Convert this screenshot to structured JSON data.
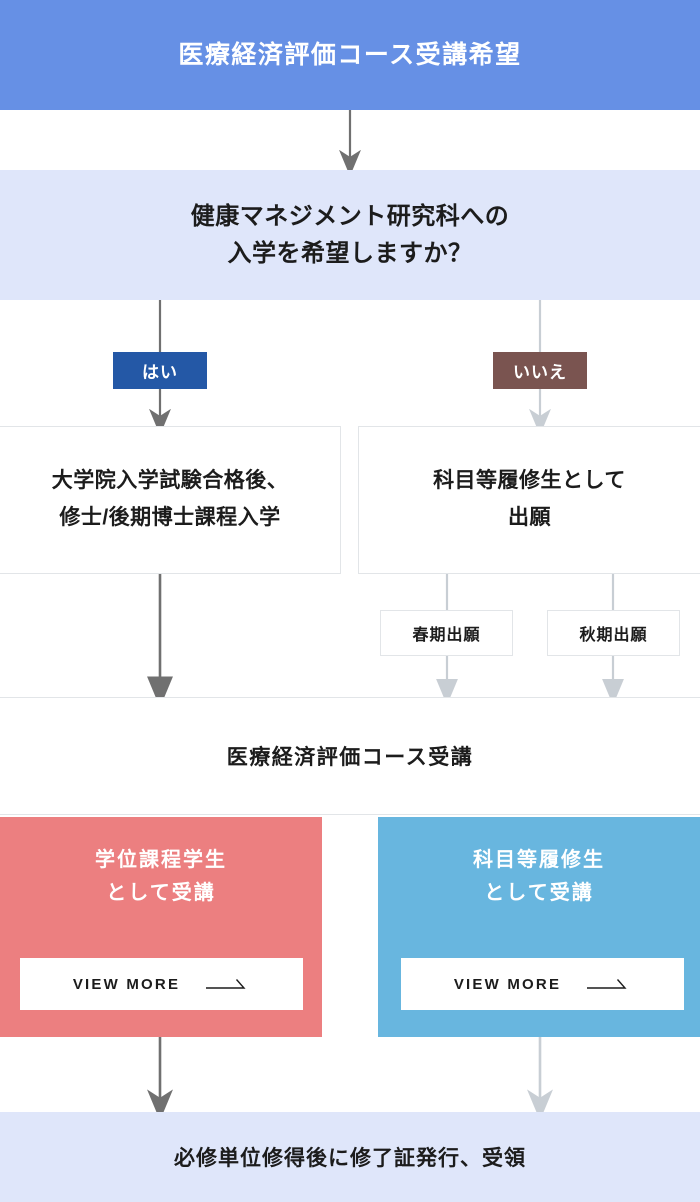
{
  "header": {
    "title": "医療経済評価コース受講希望",
    "background": "#6690E5",
    "text_color": "#FFFFFF"
  },
  "question": {
    "line1": "健康マネジメント研究科への",
    "line2": "入学を希望しますか？",
    "background": "#DFE6FA"
  },
  "branches": {
    "yes": {
      "label": "はい",
      "badge_color": "#2458A6",
      "connector_color": "#707070"
    },
    "no": {
      "label": "いいえ",
      "badge_color": "#7A5450",
      "connector_color": "#C8CED4"
    }
  },
  "boxes": {
    "degree_path": {
      "line1": "大学院入学試験合格後、",
      "line2": "修士/後期博士課程入学"
    },
    "nondegree_path": {
      "line1": "科目等履修生として",
      "line2": "出願"
    },
    "spring_application": "春期出願",
    "autumn_application": "秋期出願",
    "course_enrollment": "医療経済評価コース受講"
  },
  "cards": [
    {
      "title_line1": "学位課程学生",
      "title_line2": "として受講",
      "background": "#EC7F80",
      "cta_label": "VIEW MORE",
      "cta_icon": "arrow-right-icon"
    },
    {
      "title_line1": "科目等履修生",
      "title_line2": "として受講",
      "background": "#68B6DF",
      "cta_label": "VIEW MORE",
      "cta_icon": "arrow-right-icon"
    }
  ],
  "footer": {
    "text": "必修単位修得後に修了証発行、受領",
    "background": "#DFE6FA"
  }
}
